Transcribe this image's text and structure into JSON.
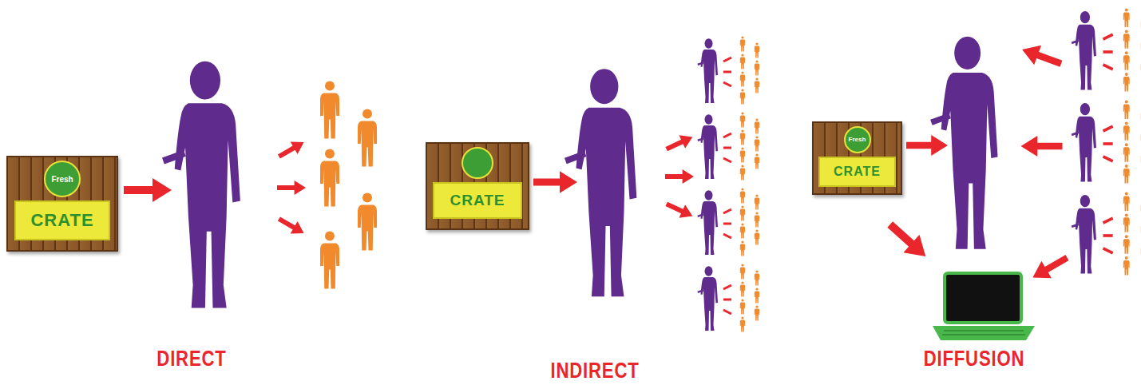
{
  "diagram": {
    "nodes": [
      {
        "text": [
          "Fresh",
          "CRATE"
        ]
      },
      {
        "text": [
          "CRATE"
        ]
      },
      {
        "text": [
          "Fresh",
          "CRATE"
        ]
      }
    ],
    "labels": [
      "DIRECT",
      "INDIRECT",
      "DIFFUSION"
    ]
  }
}
